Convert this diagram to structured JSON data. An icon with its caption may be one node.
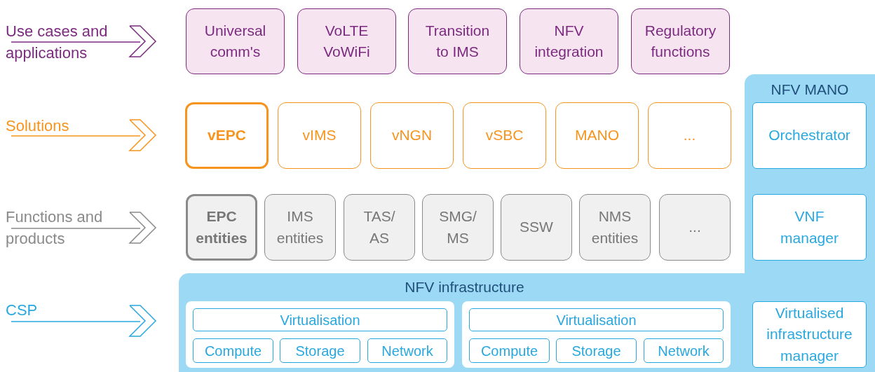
{
  "diagram": {
    "nodes": [
      {
        "text": [
          "Universal comm's"
        ]
      },
      {
        "text": [
          "VoLTE VoWiFi"
        ]
      },
      {
        "text": [
          "Transition to IMS"
        ]
      },
      {
        "text": [
          "NFV integration"
        ]
      },
      {
        "text": [
          "Regulatory functions"
        ]
      },
      {
        "text": [
          "vEPC"
        ]
      },
      {
        "text": [
          "vIMS"
        ]
      },
      {
        "text": [
          "vNGN"
        ]
      },
      {
        "text": [
          "vSBC"
        ]
      },
      {
        "text": [
          "MANO"
        ]
      },
      {
        "text": [
          "..."
        ]
      },
      {
        "text": [
          "EPC entities"
        ]
      },
      {
        "text": [
          "IMS entities"
        ]
      },
      {
        "text": [
          "TAS/ AS"
        ]
      },
      {
        "text": [
          "SMG/ MS"
        ]
      },
      {
        "text": [
          "SSW"
        ]
      },
      {
        "text": [
          "NMS entities"
        ]
      },
      {
        "text": [
          "..."
        ]
      },
      {
        "text": [
          "NFV MANO"
        ]
      },
      {
        "text": [
          "Orchestrator"
        ],
        "in": 18
      },
      {
        "text": [
          "VNF manager"
        ],
        "in": 18
      },
      {
        "text": [
          "Virtualised infrastructure manager"
        ],
        "in": 18
      },
      {
        "text": [
          "NFV infrastructure"
        ]
      },
      {
        "text": [],
        "shape": "box",
        "in": 22
      },
      {
        "text": [
          "Virtualisation"
        ],
        "in": 23
      },
      {
        "text": [
          "Compute"
        ],
        "in": 23
      },
      {
        "text": [
          "Storage"
        ],
        "in": 23
      },
      {
        "text": [
          "Network"
        ],
        "in": 23
      },
      {
        "text": [],
        "shape": "box",
        "in": 22
      },
      {
        "text": [
          "Virtualisation"
        ],
        "in": 28
      },
      {
        "text": [
          "Compute"
        ],
        "in": 28
      },
      {
        "text": [
          "Storage"
        ],
        "in": 28
      },
      {
        "text": [
          "Network"
        ],
        "in": 28
      }
    ],
    "labels": [
      "Use cases and applications",
      "Solutions",
      "Functions and products",
      "CSP"
    ]
  }
}
